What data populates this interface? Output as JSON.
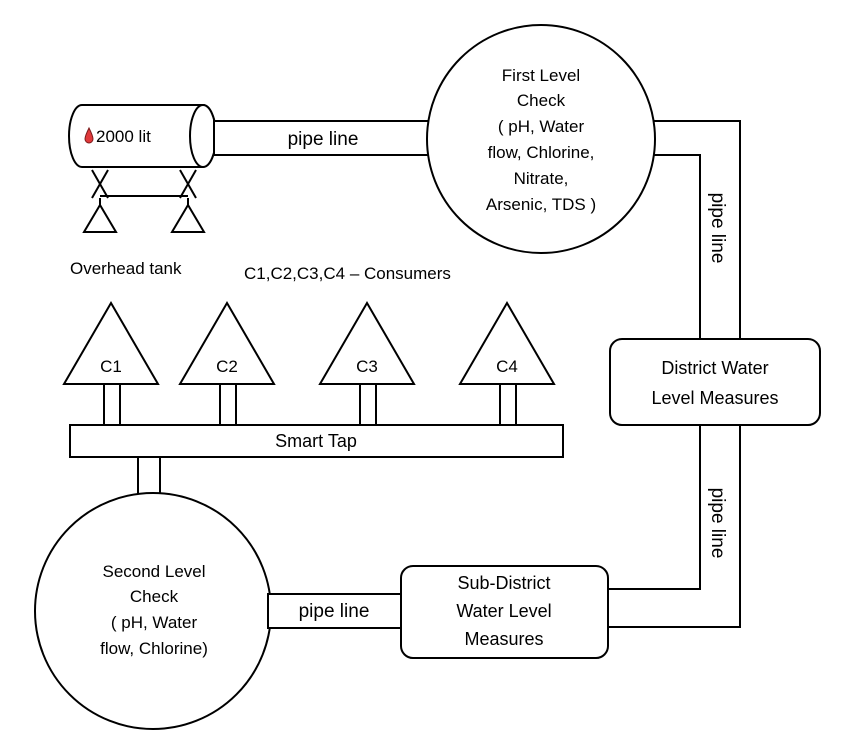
{
  "tank": {
    "capacity": "2000 lit",
    "label": "Overhead tank"
  },
  "consumers_caption": "C1,C2,C3,C4  – Consumers",
  "consumers": [
    "C1",
    "C2",
    "C3",
    "C4"
  ],
  "smart_tap": "Smart Tap",
  "pipes": {
    "top": "pipe line",
    "right_upper": "pipe line",
    "right_lower": "pipe line",
    "bottom": "pipe line"
  },
  "first_check": {
    "lines": [
      "First Level",
      "Check",
      "( pH, Water",
      "flow, Chlorine,",
      "Nitrate,",
      "Arsenic, TDS )"
    ]
  },
  "district": {
    "lines": [
      "District Water",
      "Level Measures"
    ]
  },
  "sub_district": {
    "lines": [
      "Sub-District",
      "Water Level",
      "Measures"
    ]
  },
  "second_check": {
    "lines": [
      "Second Level",
      "Check",
      "( pH, Water",
      "flow, Chlorine)"
    ]
  },
  "colors": {
    "stroke": "#000000",
    "background": "#ffffff",
    "droplet": "#e0393b"
  }
}
